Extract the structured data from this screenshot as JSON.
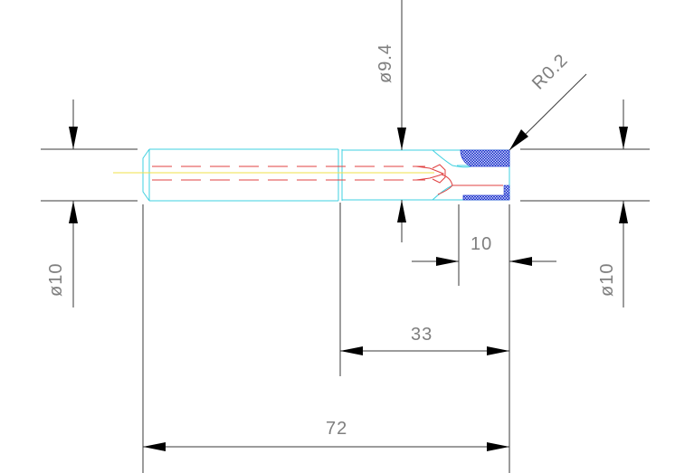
{
  "dimensions": {
    "dia_left": "ø10",
    "dia_right": "ø10",
    "dia_tip": "ø9.4",
    "radius": "R0.2",
    "len_10": "10",
    "len_33": "33",
    "len_72": "72"
  },
  "colors": {
    "outline": "#3fd0e0",
    "hidden_line": "#e04040",
    "center_line": "#f2e04a",
    "hatch": "#2a3fd0",
    "dimension_text": "#7f7f7f"
  }
}
